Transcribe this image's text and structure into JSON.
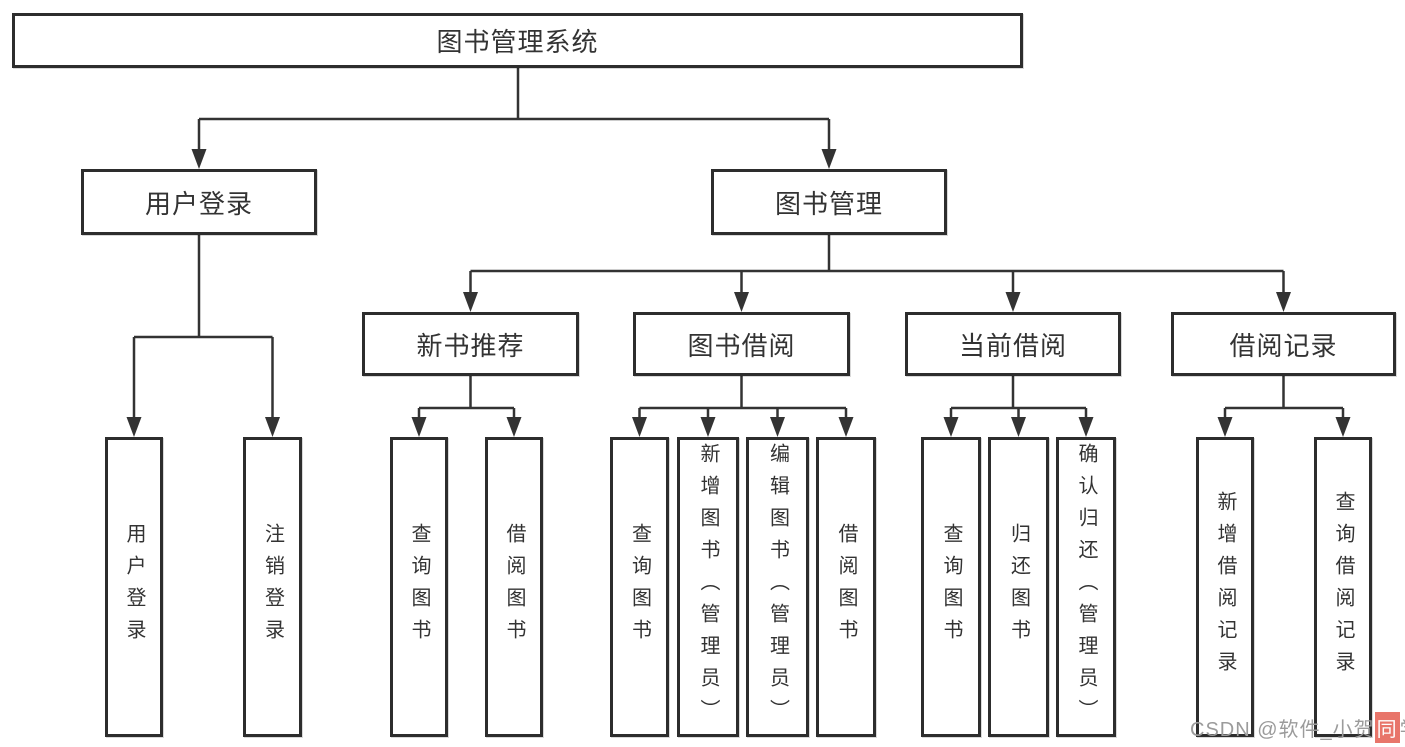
{
  "colors": {
    "background": "#ffffff",
    "line": "#333333",
    "border": "#2d2d2d",
    "text": "#333333",
    "watermark_text": "#9b9b9b",
    "watermark_accent": "#e8756a"
  },
  "tree": {
    "root": "图书管理系统",
    "children": [
      {
        "label": "用户登录",
        "children": [
          {
            "label": "用户登录"
          },
          {
            "label": "注销登录"
          }
        ]
      },
      {
        "label": "图书管理",
        "children": [
          {
            "label": "新书推荐",
            "children": [
              {
                "label": "查询图书"
              },
              {
                "label": "借阅图书"
              }
            ]
          },
          {
            "label": "图书借阅",
            "children": [
              {
                "label": "查询图书"
              },
              {
                "label": "新增图书（管理员）"
              },
              {
                "label": "编辑图书（管理员）"
              },
              {
                "label": "借阅图书"
              }
            ]
          },
          {
            "label": "当前借阅",
            "children": [
              {
                "label": "查询图书"
              },
              {
                "label": "归还图书"
              },
              {
                "label": "确认归还（管理员）"
              }
            ]
          },
          {
            "label": "借阅记录",
            "children": [
              {
                "label": "新增借阅记录"
              },
              {
                "label": "查询借阅记录"
              }
            ]
          }
        ]
      }
    ]
  },
  "watermark": {
    "full": "CSDN @软件_小贺同学",
    "prefix": "CSDN @软件_小贺",
    "accent": "同",
    "suffix": "学"
  }
}
